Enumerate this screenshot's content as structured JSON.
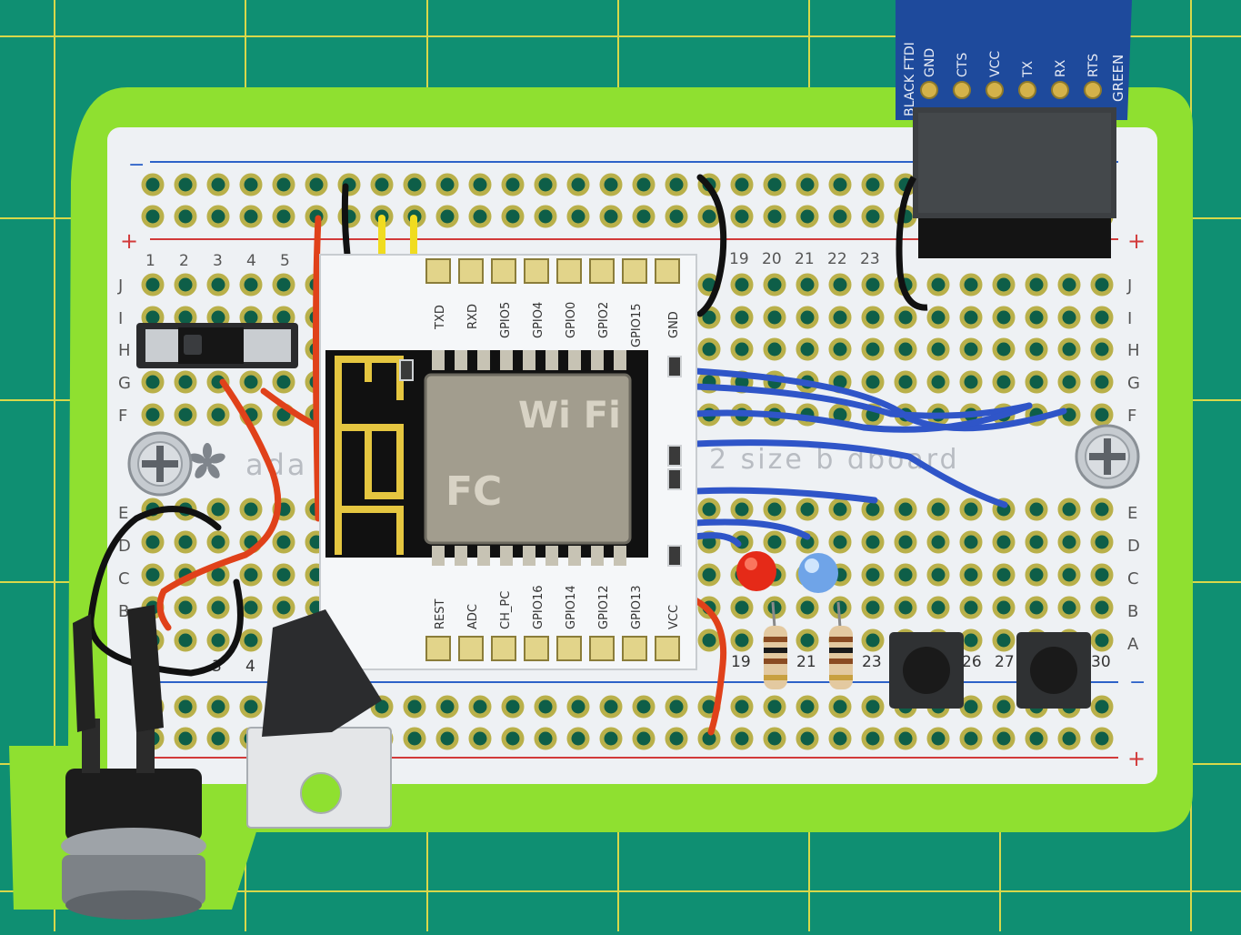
{
  "board": {
    "brand": "ada",
    "name_visible": "2 size b     dboard",
    "top_cols_left": [
      "1",
      "2",
      "3",
      "4",
      "5"
    ],
    "top_cols_right": [
      "19",
      "20",
      "21",
      "22",
      "23"
    ],
    "bottom_cols": [
      "19",
      "21",
      "23",
      "26",
      "27",
      "30"
    ],
    "bottom_left_cols": [
      "3",
      "4"
    ],
    "rows_top": [
      "J",
      "I",
      "H",
      "G",
      "F"
    ],
    "rows_bottom": [
      "E",
      "D",
      "C",
      "B",
      "A"
    ],
    "rail_minus": "−",
    "rail_plus": "+"
  },
  "esp_module": {
    "top_pins": [
      "TXD",
      "RXD",
      "GPIO5",
      "GPIO4",
      "GPIO0",
      "GPIO2",
      "GPIO15",
      "GND"
    ],
    "bottom_pins": [
      "REST",
      "ADC",
      "CH_PC",
      "GPIO16",
      "GPIO14",
      "GPIO12",
      "GPIO13",
      "VCC"
    ],
    "shield_wifi": "Wi Fi",
    "shield_fc": "FC"
  },
  "ftdi": {
    "label": "BLACK FTDI",
    "pins": [
      "GND",
      "CTS",
      "VCC",
      "TX",
      "RX",
      "RTS"
    ],
    "right_label": "GREEN"
  },
  "colors": {
    "mat": "#0f8f72",
    "grid": "#d8d84a",
    "case": "#8fe030",
    "board": "#eef1f4",
    "pad": "#b9b04a",
    "wire_blue": "#2f55c8",
    "wire_red": "#e0411a",
    "wire_black": "#111111",
    "wire_yellow": "#f0dc20"
  }
}
